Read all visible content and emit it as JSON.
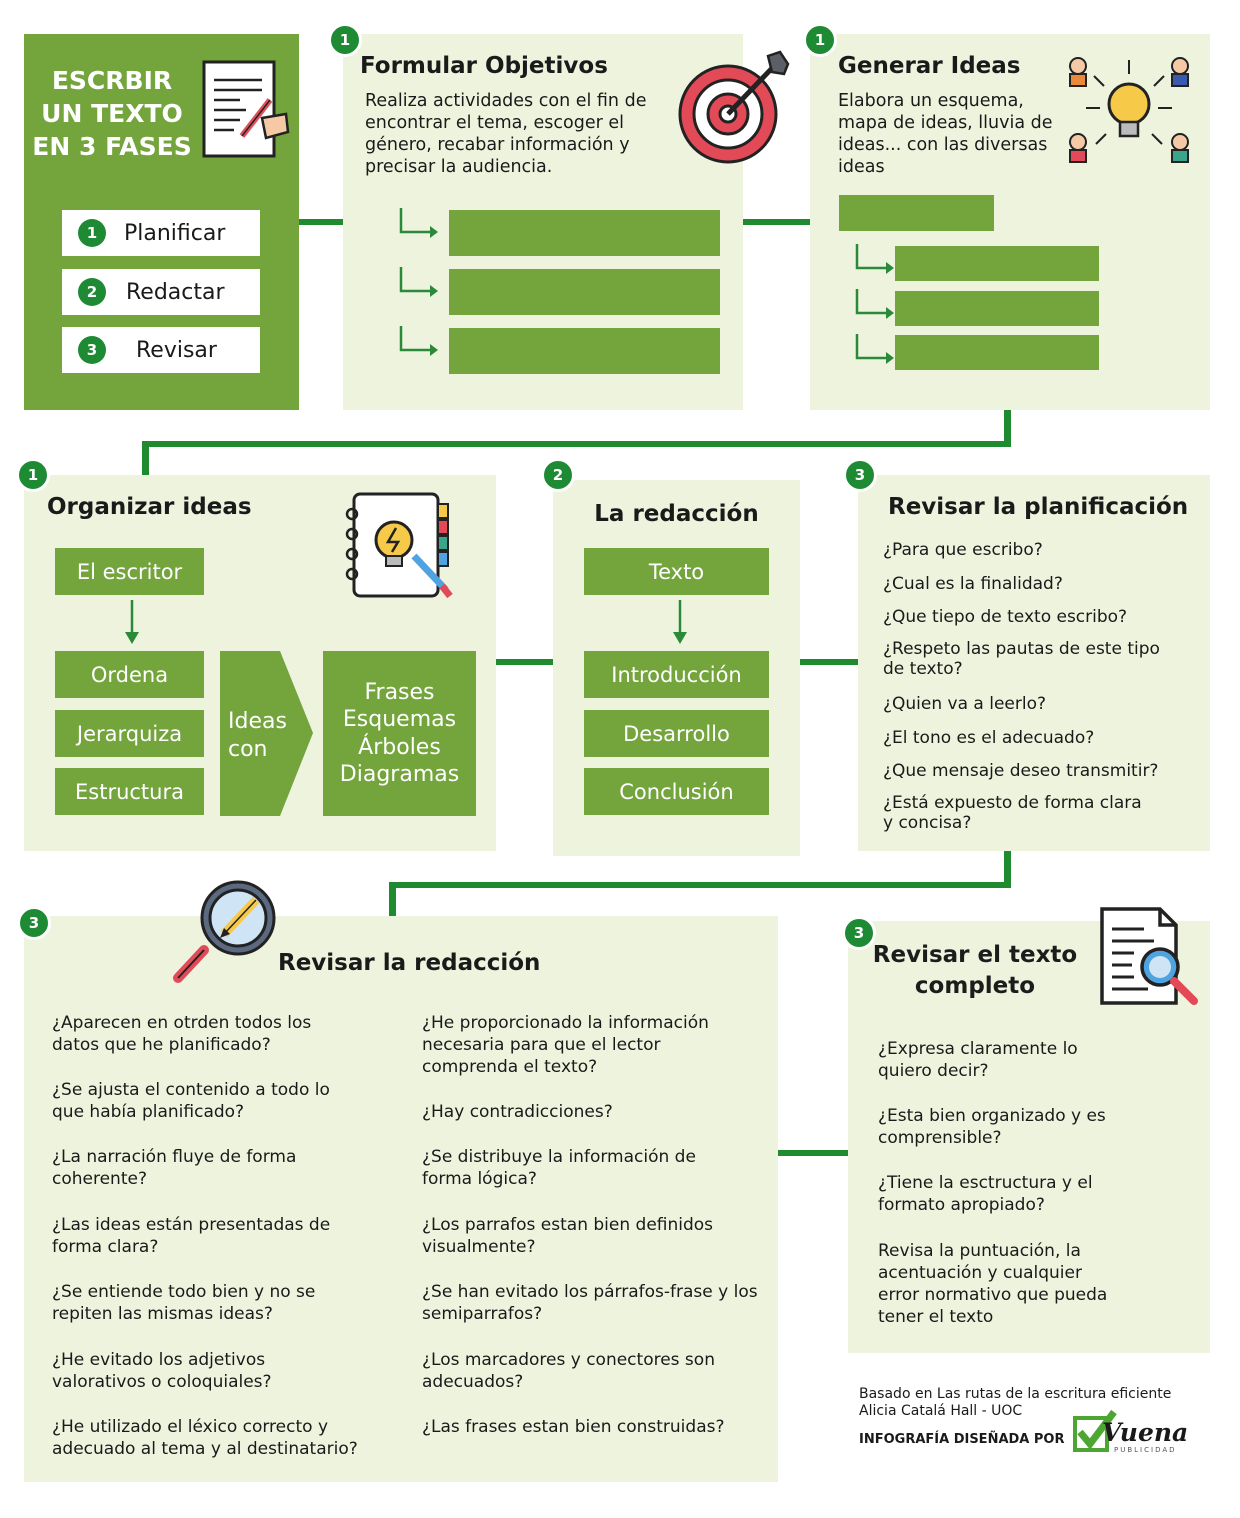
{
  "header": {
    "title_lines": [
      "ESCRBIR",
      "UN TEXTO",
      "EN 3 FASES"
    ]
  },
  "phases": [
    {
      "num": "1",
      "label": "Planificar"
    },
    {
      "num": "2",
      "label": "Redactar"
    },
    {
      "num": "3",
      "label": "Revisar"
    }
  ],
  "formular": {
    "badge": "1",
    "title": "Formular Objetivos",
    "text": "Realiza actividades con el fin de encontrar el tema, escoger el género, recabar información y precisar la audiencia."
  },
  "generar": {
    "badge": "1",
    "title": "Generar Ideas",
    "text": "Elabora un esquema, mapa de ideas, lluvia de ideas... con las diversas ideas"
  },
  "organizar": {
    "badge": "1",
    "title": "Organizar ideas",
    "top": "El escritor",
    "actions": [
      "Ordena",
      "Jerarquiza",
      "Estructura"
    ],
    "middle": "Ideas con",
    "tools": [
      "Frases",
      "Esquemas",
      "Árboles",
      "Diagramas"
    ]
  },
  "redaccion": {
    "badge": "2",
    "title": "La redacción",
    "top": "Texto",
    "parts": [
      "Introducción",
      "Desarrollo",
      "Conclusión"
    ]
  },
  "revisar_plan": {
    "badge": "3",
    "title": "Revisar la planificación",
    "questions": [
      "¿Para que escribo?",
      "¿Cual es la finalidad?",
      "¿Que tiepo de texto escribo?",
      "¿Respeto las pautas de este tipo de texto?",
      "¿Quien va a leerlo?",
      "¿El tono es el adecuado?",
      "¿Que mensaje deseo transmitir?",
      "¿Está expuesto de forma clara y concisa?"
    ]
  },
  "revisar_redaccion": {
    "badge": "3",
    "title": "Revisar la redacción",
    "col1": [
      "¿Aparecen en otrden todos los datos que he planificado?",
      "¿Se ajusta el contenido a todo lo que había planificado?",
      "¿La narración fluye de forma coherente?",
      "¿Las ideas están presentadas de forma clara?",
      "¿Se entiende todo bien y no se repiten las mismas ideas?",
      "¿He evitado los adjetivos valorativos o coloquiales?",
      "¿He utilizado el léxico correcto y adecuado al tema y al destinatario?"
    ],
    "col2": [
      "¿He proporcionado la información necesaria para que el lector comprenda el texto?",
      "¿Hay contradicciones?",
      "¿Se distribuye la información de forma lógica?",
      "¿Los parrafos estan bien definidos visualmente?",
      "¿Se han evitado los párrafos-frase y los semiparrafos?",
      "¿Los marcadores y conectores son adecuados?",
      "¿Las frases estan bien construidas?"
    ]
  },
  "revisar_texto": {
    "badge": "3",
    "title_lines": [
      "Revisar el texto",
      "completo"
    ],
    "items": [
      "¿Expresa claramente lo quiero decir?",
      "¿Esta bien organizado y es comprensible?",
      "¿Tiene la esctructura y el formato apropiado?",
      "Revisa la puntuación, la acentuación y cualquier error normativo que pueda tener el texto"
    ]
  },
  "footer": {
    "source_line1": "Basado en Las rutas de la escritura eficiente",
    "source_line2": "Alicia Catalá Hall - UOC",
    "designed_by": "INFOGRAFÍA DISEÑADA POR",
    "logo_text": "Vuena",
    "logo_sub": "PUBLICIDAD"
  },
  "colors": {
    "primary_green": "#74a43c",
    "dark_green": "#1e8b34",
    "panel_bg": "#eef3de"
  }
}
